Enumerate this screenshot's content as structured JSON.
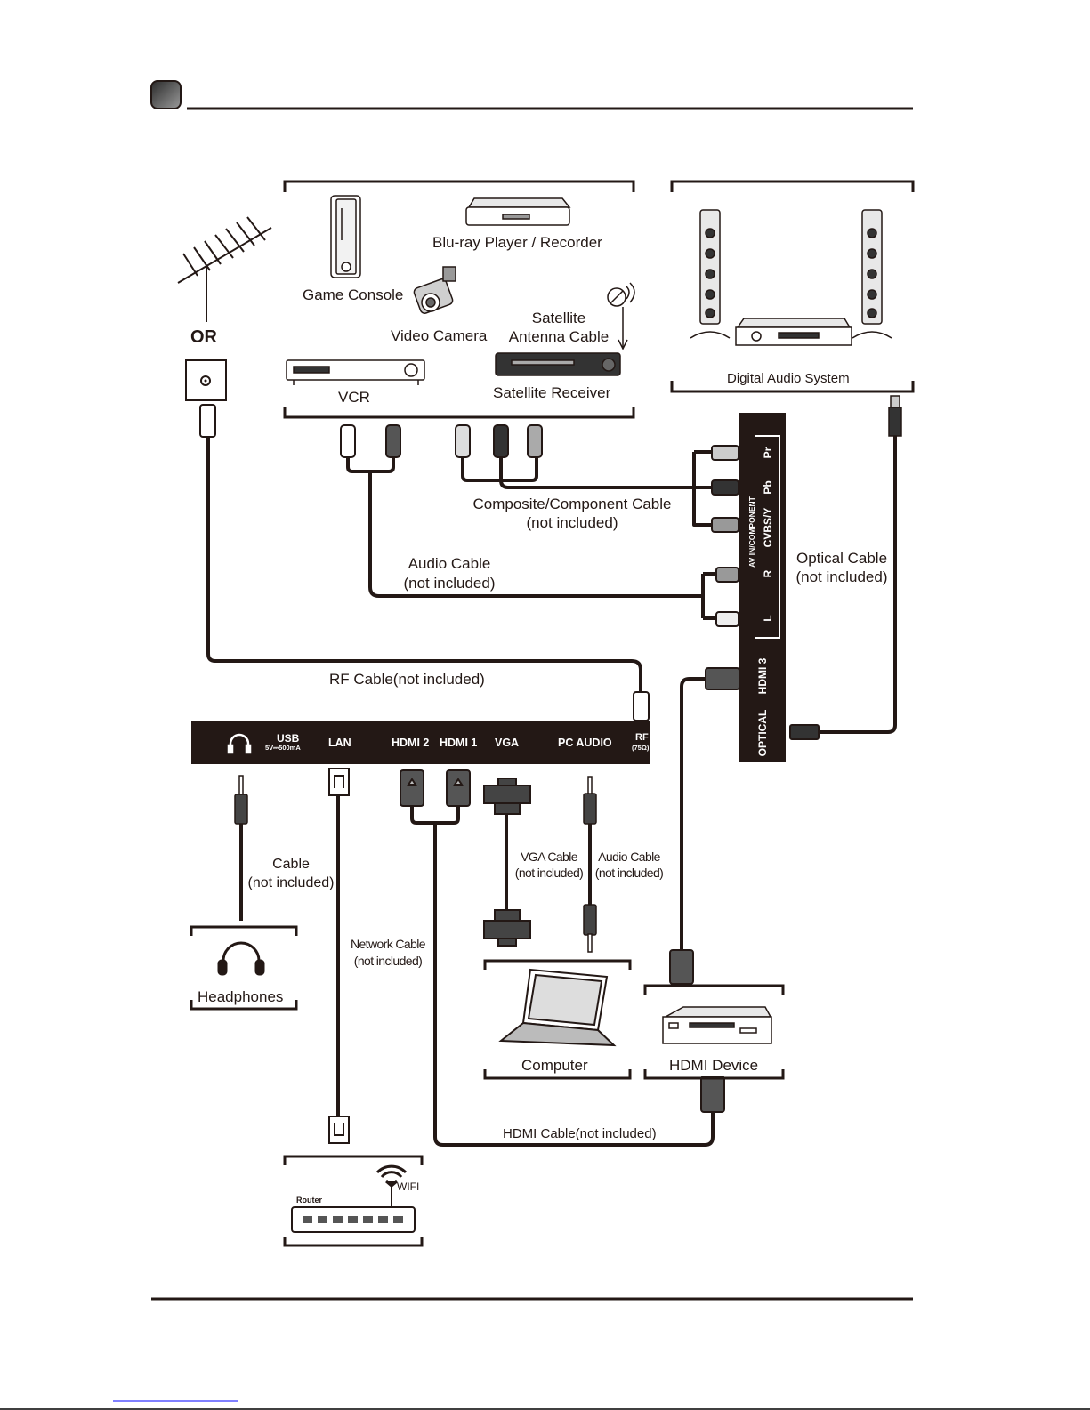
{
  "header": {
    "section_badge": "",
    "rule": true
  },
  "sources_group": {
    "devices": [
      {
        "id": "game-console",
        "label": "Game Console"
      },
      {
        "id": "bluray",
        "label": "Blu-ray Player / Recorder"
      },
      {
        "id": "video-camera",
        "label": "Video Camera"
      },
      {
        "id": "satellite-antenna",
        "label": "Satellite\nAntenna Cable",
        "line1": "Satellite",
        "line2": "Antenna Cable"
      },
      {
        "id": "vcr",
        "label": "VCR"
      },
      {
        "id": "satellite-receiver",
        "label": "Satellite Receiver"
      }
    ]
  },
  "audio_system": {
    "label": "Digital Audio System"
  },
  "antenna": {
    "or_label": "OR"
  },
  "side_panel": {
    "group_label": "AV IN/COMPONENT",
    "ports": [
      "Pr",
      "Pb",
      "CVBS/Y",
      "R",
      "L"
    ],
    "hdmi3": "HDMI 3",
    "optical": "OPTICAL"
  },
  "bottom_panel": {
    "usb": "USB",
    "usb_spec": "5V⎓500mA",
    "lan": "LAN",
    "hdmi2": "HDMI 2",
    "hdmi1": "HDMI 1",
    "vga": "VGA",
    "pc_audio": "PC AUDIO",
    "rf": "RF",
    "rf_spec": "(75Ω)"
  },
  "cables": {
    "composite": {
      "line1": "Composite/Component Cable",
      "line2": "(not included)"
    },
    "audio": {
      "line1": "Audio Cable",
      "line2": "(not included)"
    },
    "optical": {
      "line1": "Optical Cable",
      "line2": "(not included)"
    },
    "rf": "RF Cable(not included)",
    "headphone": {
      "line1": "Cable",
      "line2": "(not included)"
    },
    "network": {
      "line1": "Network Cable",
      "line2": "(not included)"
    },
    "vga": {
      "line1": "VGA Cable",
      "line2": "(not included)"
    },
    "pc_audio": {
      "line1": "Audio Cable",
      "line2": "(not included)"
    },
    "hdmi": "HDMI Cable(not included)"
  },
  "targets": {
    "headphones": "Headphones",
    "computer": "Computer",
    "hdmi_device": "HDMI Device",
    "router": "Router",
    "wifi": "WIFI"
  },
  "colors": {
    "ink": "#231815",
    "rca_light": "#c9c9c9",
    "rca_dark": "#3a3a3a",
    "rca_mid": "#8a8a8a",
    "link": "#0000ff"
  }
}
